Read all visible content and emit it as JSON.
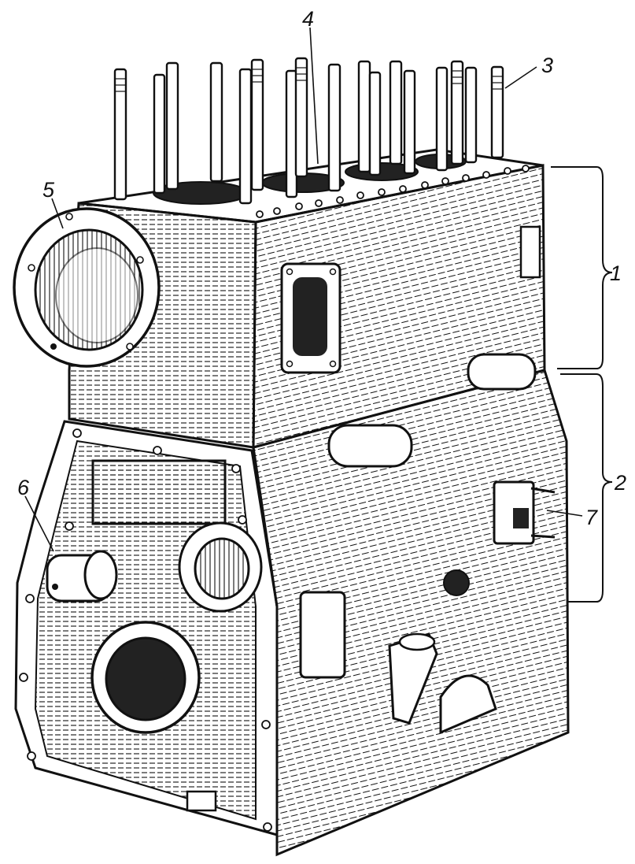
{
  "callouts": {
    "c1": "1",
    "c2": "2",
    "c3": "3",
    "c4": "4",
    "c5": "5",
    "c6": "6",
    "c7": "7"
  },
  "colors": {
    "ink": "#111111",
    "paper": "#ffffff",
    "shade": "#2a2a2a",
    "light": "#f2f2f2"
  }
}
